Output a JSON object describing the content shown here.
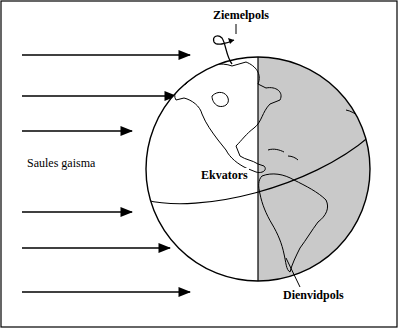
{
  "diagram": {
    "labels": [
      "Ziemelpols",
      "Saules gaisma",
      "Ekvators",
      "Dienvidpols"
    ]
  }
}
